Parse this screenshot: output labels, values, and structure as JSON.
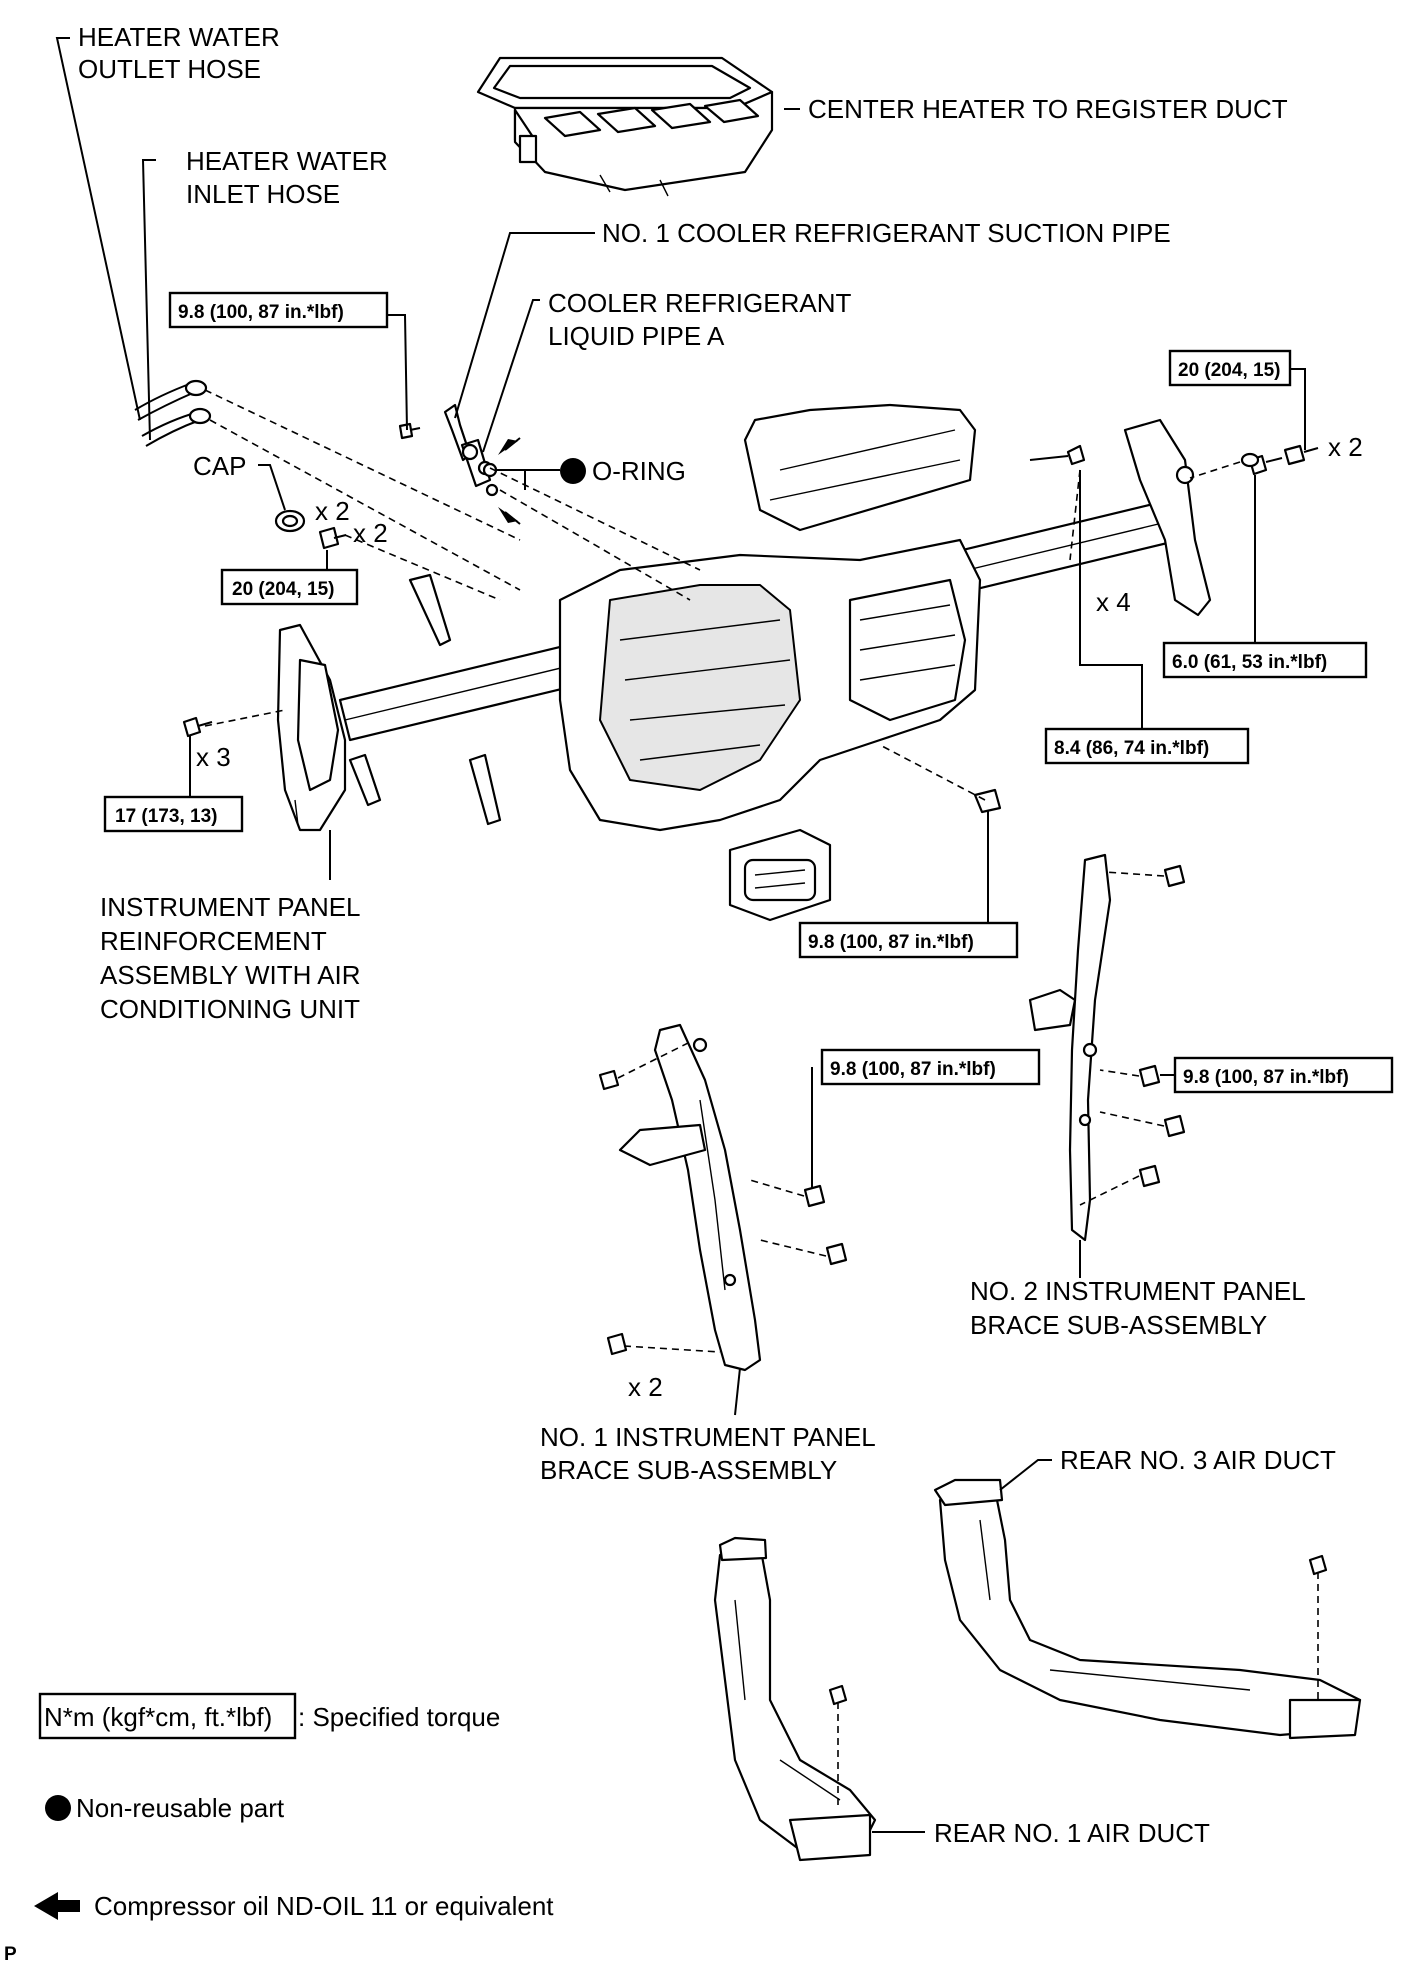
{
  "labels": {
    "heater_water_outlet_hose": [
      "HEATER WATER",
      "OUTLET HOSE"
    ],
    "heater_water_inlet_hose": [
      "HEATER WATER",
      "INLET HOSE"
    ],
    "center_heater_duct": "CENTER HEATER TO REGISTER DUCT",
    "no1_suction_pipe": "NO. 1 COOLER REFRIGERANT SUCTION PIPE",
    "liquid_pipe_a": [
      "COOLER REFRIGERANT",
      "LIQUID PIPE A"
    ],
    "o_ring": "O-RING",
    "cap": "CAP",
    "ip_reinforcement": [
      "INSTRUMENT PANEL",
      "REINFORCEMENT",
      "ASSEMBLY WITH AIR",
      "CONDITIONING UNIT"
    ],
    "no1_brace": [
      "NO. 1 INSTRUMENT PANEL",
      "BRACE SUB-ASSEMBLY"
    ],
    "no2_brace": [
      "NO. 2 INSTRUMENT PANEL",
      "BRACE SUB-ASSEMBLY"
    ],
    "rear_no3_duct": "REAR NO. 3 AIR DUCT",
    "rear_no1_duct": "REAR NO. 1 AIR DUCT"
  },
  "torques": {
    "t_suction_bolt": "9.8 (100, 87 in.*lbf)",
    "t_right_top": "20 (204, 15)",
    "t_cap_bolt": "20 (204, 15)",
    "t_right_nut": "6.0 (61, 53 in.*lbf)",
    "t_center_bolts": "8.4 (86, 74 in.*lbf)",
    "t_left_bolts": "17 (173, 13)",
    "t_center_nut": "9.8 (100, 87 in.*lbf)",
    "t_no1_brace": "9.8 (100, 87 in.*lbf)",
    "t_no2_brace": "9.8 (100, 87 in.*lbf)"
  },
  "quantities": {
    "q_right_top": "x 2",
    "q_cap": "x 2",
    "q_cap_bolt": "x 2",
    "q_center": "x 4",
    "q_left": "x 3",
    "q_no1_brace": "x 2"
  },
  "legend": {
    "torque_box": "N*m (kgf*cm, ft.*lbf)",
    "torque_text": ": Specified torque",
    "non_reusable": "Non-reusable part",
    "compressor_oil": "Compressor oil ND-OIL 11 or equivalent"
  },
  "footer_code": "P"
}
